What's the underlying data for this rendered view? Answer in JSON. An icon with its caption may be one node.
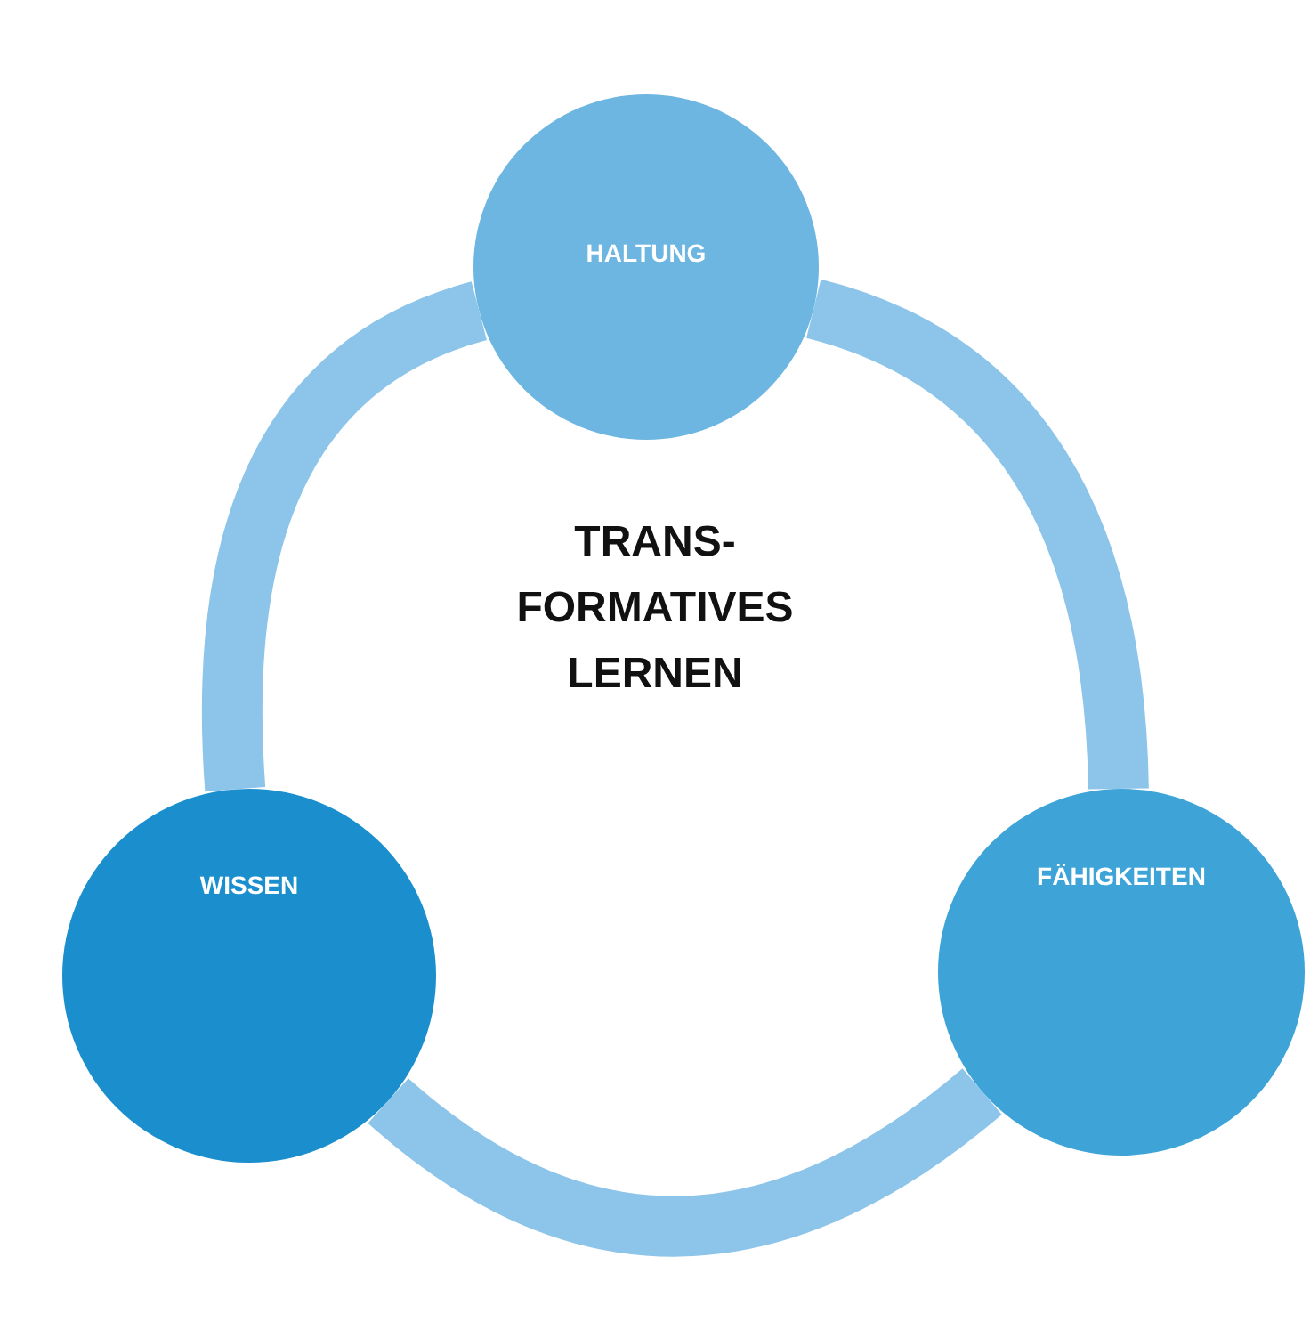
{
  "diagram": {
    "nodes": [
      {
        "text": [
          "HALTUNG"
        ]
      },
      {
        "text": [
          "WISSEN"
        ]
      },
      {
        "text": [
          "FÄHIGKEITEN"
        ]
      }
    ],
    "edges": [
      {
        "from": 0,
        "to": 2,
        "arrow": "none"
      },
      {
        "from": 2,
        "to": 1,
        "arrow": "none"
      },
      {
        "from": 1,
        "to": 0,
        "arrow": "none"
      }
    ],
    "labels": [
      "TRANS- FORMATIVES LERNEN"
    ]
  }
}
